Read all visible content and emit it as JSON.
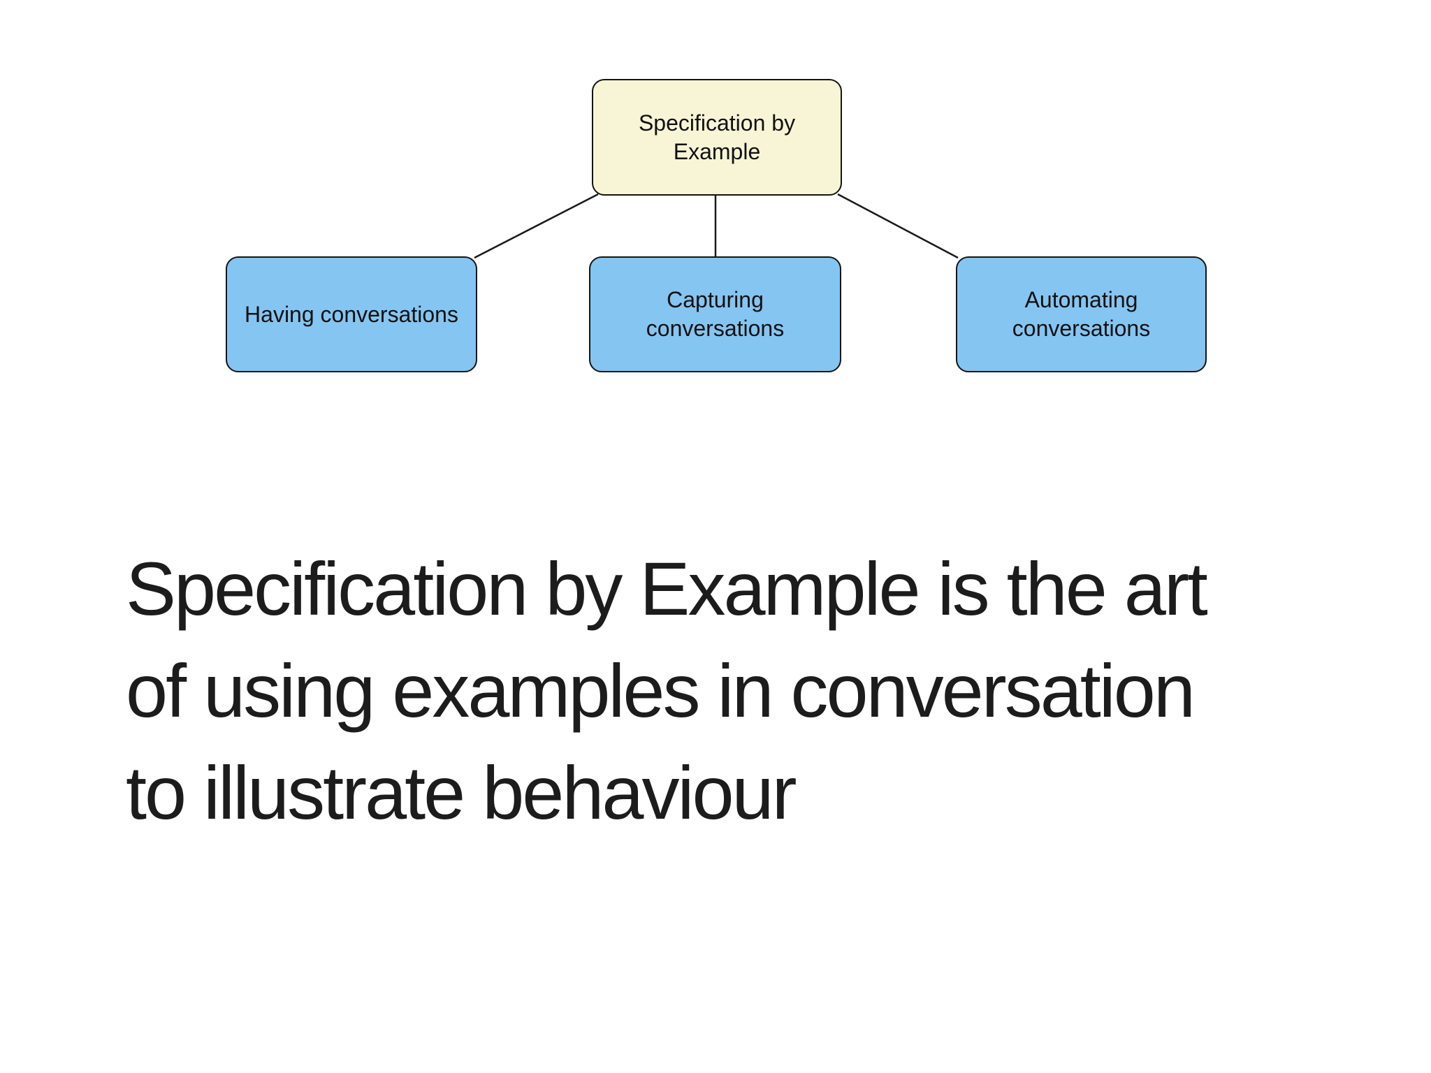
{
  "diagram": {
    "root": {
      "label": "Specification by\nExample"
    },
    "children": [
      {
        "label": "Having conversations"
      },
      {
        "label": "Capturing\nconversations"
      },
      {
        "label": "Automating\nconversations"
      }
    ],
    "colors": {
      "root_fill": "#f8f5d6",
      "child_fill": "#85c5f1",
      "border": "#1a1a1a",
      "text": "#111111",
      "background": "#ffffff"
    }
  },
  "caption": {
    "text": "Specification by Example is the art\nof using examples in conversation\nto illustrate behaviour",
    "color": "#1c1c1c"
  }
}
